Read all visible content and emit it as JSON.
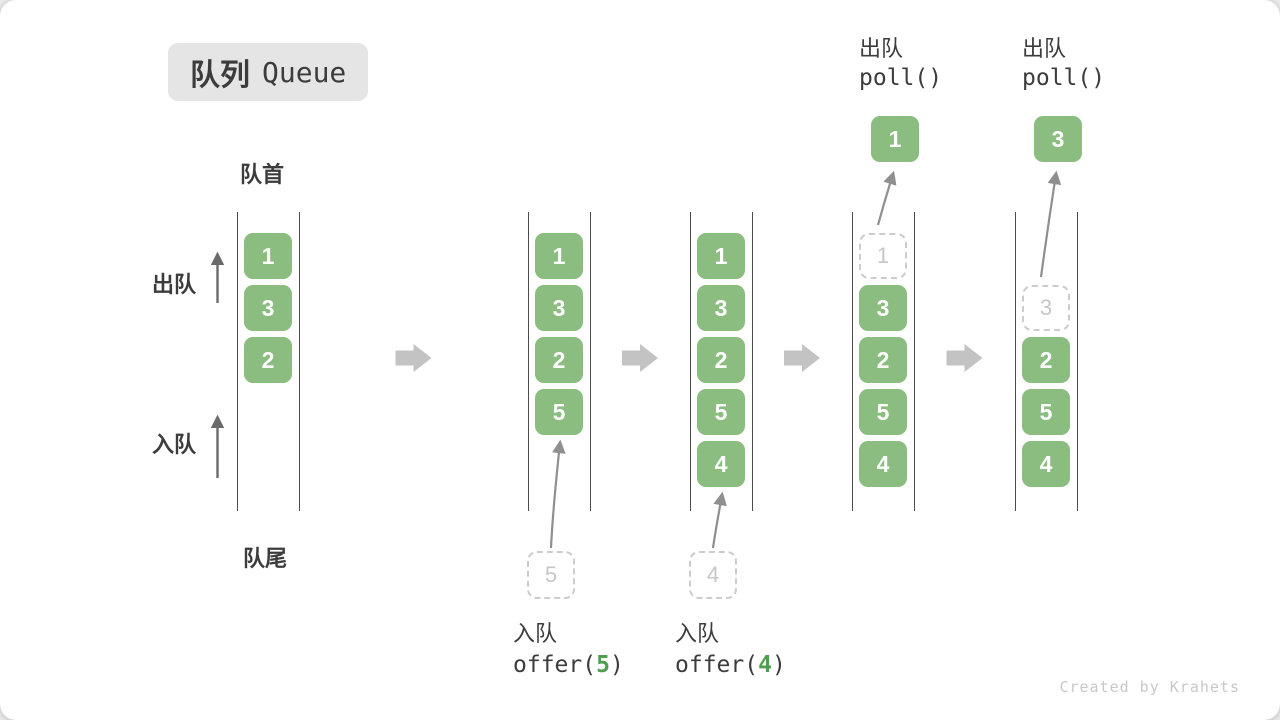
{
  "title": {
    "zh": "队列",
    "en": "Queue"
  },
  "labels": {
    "front": "队首",
    "rear": "队尾",
    "dequeue_side": "出队",
    "enqueue_side": "入队"
  },
  "watermark": "Created by Krahets",
  "colors": {
    "box_green": "#8BBC80",
    "code_green": "#4f9e4f",
    "badge_bg": "#e5e5e5",
    "text_dark": "#3c3c3c",
    "line_dark": "#4c4c4c",
    "block_arrow_gray": "#c3c3c3",
    "curve_arrow_gray": "#8f8f8f",
    "side_arrow_gray": "#6a6a6a",
    "ghost_gray": "#c6c6c6"
  },
  "states": [
    {
      "name": "initial",
      "slots": [
        {
          "slot": 0,
          "value": "1",
          "type": "solid"
        },
        {
          "slot": 1,
          "value": "3",
          "type": "solid"
        },
        {
          "slot": 2,
          "value": "2",
          "type": "solid"
        }
      ]
    },
    {
      "name": "after-offer-5",
      "slots": [
        {
          "slot": 0,
          "value": "1",
          "type": "solid"
        },
        {
          "slot": 1,
          "value": "3",
          "type": "solid"
        },
        {
          "slot": 2,
          "value": "2",
          "type": "solid"
        },
        {
          "slot": 3,
          "value": "5",
          "type": "solid"
        }
      ],
      "op": {
        "kind": "enqueue",
        "label": "入队",
        "code": [
          "offer(",
          "5",
          ")"
        ],
        "ghost": "5"
      }
    },
    {
      "name": "after-offer-4",
      "slots": [
        {
          "slot": 0,
          "value": "1",
          "type": "solid"
        },
        {
          "slot": 1,
          "value": "3",
          "type": "solid"
        },
        {
          "slot": 2,
          "value": "2",
          "type": "solid"
        },
        {
          "slot": 3,
          "value": "5",
          "type": "solid"
        },
        {
          "slot": 4,
          "value": "4",
          "type": "solid"
        }
      ],
      "op": {
        "kind": "enqueue",
        "label": "入队",
        "code": [
          "offer(",
          "4",
          ")"
        ],
        "ghost": "4"
      }
    },
    {
      "name": "after-poll-1",
      "slots": [
        {
          "slot": 0,
          "value": "1",
          "type": "ghost"
        },
        {
          "slot": 1,
          "value": "3",
          "type": "solid"
        },
        {
          "slot": 2,
          "value": "2",
          "type": "solid"
        },
        {
          "slot": 3,
          "value": "5",
          "type": "solid"
        },
        {
          "slot": 4,
          "value": "4",
          "type": "solid"
        }
      ],
      "op": {
        "kind": "dequeue",
        "label": "出队",
        "code": [
          "poll()"
        ],
        "result": "1"
      }
    },
    {
      "name": "after-poll-3",
      "slots": [
        {
          "slot": 1,
          "value": "3",
          "type": "ghost"
        },
        {
          "slot": 2,
          "value": "2",
          "type": "solid"
        },
        {
          "slot": 3,
          "value": "5",
          "type": "solid"
        },
        {
          "slot": 4,
          "value": "4",
          "type": "solid"
        }
      ],
      "op": {
        "kind": "dequeue",
        "label": "出队",
        "code": [
          "poll()"
        ],
        "result": "3"
      }
    }
  ]
}
